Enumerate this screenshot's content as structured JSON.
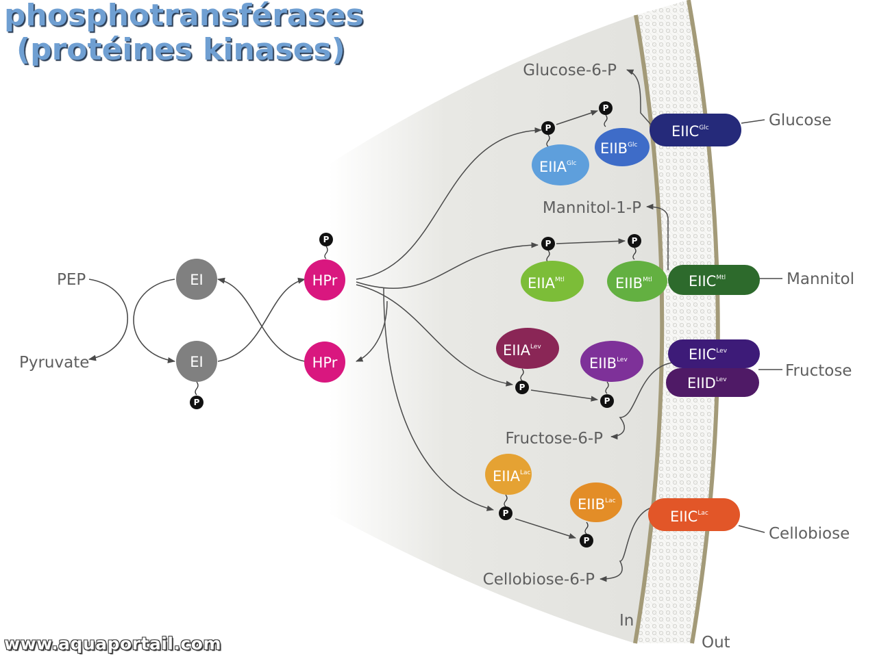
{
  "title": {
    "line1": "phosphotransférases",
    "line2": "(protéines kinases)"
  },
  "watermark": "www.aquaportail.com",
  "sides": {
    "in": "In",
    "out": "Out"
  },
  "left_labels": {
    "pep": "PEP",
    "pyruvate": "Pyruvate"
  },
  "phospho_symbol": "P",
  "proteins": {
    "ei_top": {
      "label": "EI",
      "color": "#808080"
    },
    "ei_bottom": {
      "label": "EI",
      "color": "#808080"
    },
    "hpr_top": {
      "label": "HPr",
      "color": "#d9177f"
    },
    "hpr_bottom": {
      "label": "HPr",
      "color": "#d9177f"
    },
    "eiia_glc": {
      "base": "EIIA",
      "sup": "Glc",
      "color": "#5e9fdc"
    },
    "eiib_glc": {
      "base": "EIIB",
      "sup": "Glc",
      "color": "#3e6cc8"
    },
    "eiic_glc": {
      "base": "EIIC",
      "sup": "Glc",
      "color": "#252a7a"
    },
    "eiia_mtl": {
      "base": "EIIA",
      "sup": "Mtl",
      "color": "#7cbd38"
    },
    "eiib_mtl": {
      "base": "EIIB",
      "sup": "Mtl",
      "color": "#63b041"
    },
    "eiic_mtl": {
      "base": "EIIC",
      "sup": "Mtl",
      "color": "#2d6a2c"
    },
    "eiia_lev": {
      "base": "EIIA",
      "sup": "Lev",
      "color": "#8a2656"
    },
    "eiib_lev": {
      "base": "EIIB",
      "sup": "Lev",
      "color": "#7e3199"
    },
    "eiic_lev": {
      "base": "EIIC",
      "sup": "Lev",
      "color": "#3d1b78"
    },
    "eiid_lev": {
      "base": "EIID",
      "sup": "Lev",
      "color": "#4f1a66"
    },
    "eiia_lac": {
      "base": "EIIA",
      "sup": "Lac",
      "color": "#e5a233"
    },
    "eiib_lac": {
      "base": "EIIB",
      "sup": "Lac",
      "color": "#e38d27"
    },
    "eiic_lac": {
      "base": "EIIC",
      "sup": "Lac",
      "color": "#e25628"
    }
  },
  "substrates": {
    "glucose": "Glucose",
    "mannitol": "Mannitol",
    "fructose": "Fructose",
    "cellobiose": "Cellobiose"
  },
  "products": {
    "glucose_6p": "Glucose-6-P",
    "mannitol_1p": "Mannitol-1-P",
    "fructose_6p": "Fructose-6-P",
    "cellobiose_6p": "Cellobiose-6-P"
  },
  "colors": {
    "title": "#6f9fd2",
    "cell_interior": "#e3e3df",
    "membrane_border": "#a39a78",
    "arrow": "#4a4a4a",
    "text": "#5f5f5f"
  }
}
